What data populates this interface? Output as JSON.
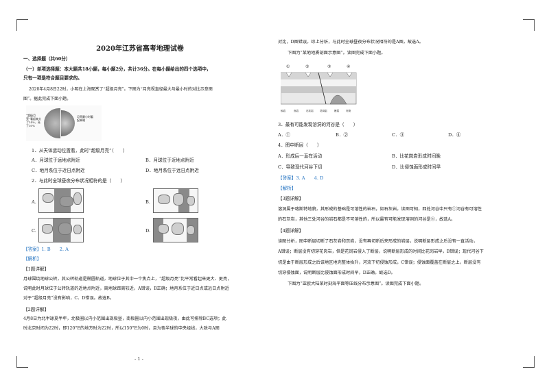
{
  "page": {
    "title": "2020年江苏省高考地理试卷",
    "page_number": "- 1 -"
  },
  "left": {
    "section": "一、选择题（共60分）",
    "subsection_l1": "（一）单项选择题：本大题共18小题，每小题2分，共计36分。在每小题给出的四个选项中，",
    "subsection_l2": "只有一项是符合题目要求的。",
    "intro_l1": "2020年4月8日22时，小明在上海观赏了“超级月亮”。下图为“月亮视直径最大与最小时的对比示意图",
    "intro_l2": "图”。据此完成下面小题。",
    "moon_label_left": "“超级月亮”看起来大了14%，亮了30%",
    "moon_label_right": "月亮最小时看起来暗",
    "q1": "1．从天体运动位置看，此时“超级月亮”（　　）",
    "q1_a": "A．月球位于远地点附近",
    "q1_b": "B．月球位于近地点附近",
    "q1_c": "C．地月系位于近日点附近",
    "q1_d": "D．地月系位于远日点附近",
    "q2": "2．与此时全球昼夜分布状况相符的是（　　）",
    "q2_a": "A.",
    "q2_b": "B.",
    "q2_c": "C.",
    "q2_d": "D.",
    "answer": "【答案】1. B　　2. A",
    "analysis": "【解析】",
    "detail1": "【1题详解】",
    "detail1_l1": "月球围绕地球公转，其公转轨道是椭圆轨道，地球位于其中一个焦点上，“超级月亮”比平常看起来更大、更亮，",
    "detail1_l2": "说明此时月球位于公转轨道的近地点附近，离地球距离较近，A错误，B正确；地月系位于近日点或远日点附近",
    "detail1_l3": "对于“超级月亮”没有影响，C、D错误。故选B。",
    "detail2": "【2题详解】",
    "detail2_l1": "4月8日为北半球夏半年，北极圈以内小范围出现极昼，南极圈以内小范围出现极夜，由此可排除BC选项；此",
    "detail2_l2": "时北京时间为22时，即120°E的地方时为22时，所以150°E为0时，且为夜半球的中央经线，大致与A图"
  },
  "right": {
    "cont_l1": "对比，D图错误。综上分析，与此时全球昼夜分布状况相符的是A图，故选A。",
    "fig_caption": "下图为“某地地质剖面示意图”。读图完成下面小题。",
    "legend": [
      "砂岩",
      "页岩",
      "石灰岩",
      "花岗岩",
      "断层",
      "河流"
    ],
    "markers": [
      "①",
      "②",
      "③",
      "④"
    ],
    "q3": "3．最有可能发现溶洞的河谷是（　　）",
    "q3_a": "A．①",
    "q3_b": "B．②",
    "q3_c": "C．③",
    "q3_d": "D．④",
    "q4": "4．图中断层（　　）",
    "q4_a": "A．形成后一直在活动",
    "q4_b": "B．比花岗岩形成时间晚",
    "q4_c": "C．导致现代河谷下切",
    "q4_d": "D．比侵蚀面形成时间早",
    "answer": "【答案】3. A　　4. D",
    "analysis": "【解析】",
    "detail3": "【3题详解】",
    "detail3_l1": "溶洞属于喀斯特地貌，其形成的基础是可溶性的岩石，如石灰岩。读图可知，四处河谷中只有①河谷有可溶性",
    "detail3_l2": "的石灰岩，其他三处河谷的岩石都是不可溶性的，所以最有可能发现溶洞的河谷是①，故选A。",
    "detail4": "【4题详解】",
    "detail4_l1": "读图分析，图中断层切断了石灰岩和页岩，没有再切断后来形成的岩层，说明断层形成之后没有一直活动，",
    "detail4_l2": "A错误；断层没有切穿花岗岩，但是花岗岩侵入了断层，说明断层形成的时间比花岗岩早，B错误；现代河谷下",
    "detail4_l3": "切是由于断层形成之后该地区地壳整体抬升，河流下切侵蚀形成，C错误；侵蚀面覆盖在断层之上，断层没有",
    "detail4_l4": "切穿侵蚀面，说明断层比侵蚀面形成时间早，D正确。故选D。",
    "next_caption": "下图为“亚欧大陆某时刻海平面等压线分布示意图”。读图完成下面小题。"
  }
}
